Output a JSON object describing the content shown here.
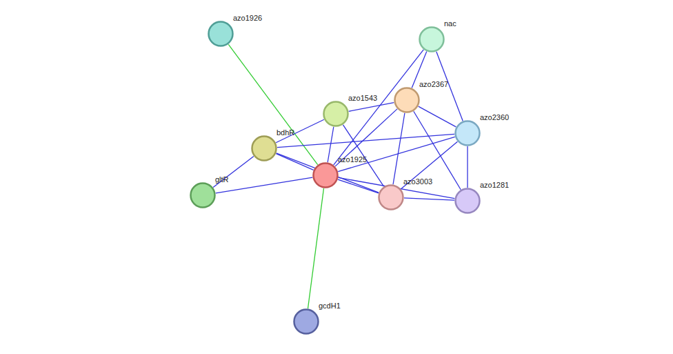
{
  "diagram": {
    "nodes": [
      {
        "text": [
          "azo1926"
        ]
      },
      {
        "text": [
          "nac"
        ]
      },
      {
        "text": [
          "azo2367"
        ]
      },
      {
        "text": [
          "azo1543"
        ]
      },
      {
        "text": [
          "azo2360"
        ]
      },
      {
        "text": [
          "bdhR"
        ]
      },
      {
        "text": [
          "azo1925"
        ]
      },
      {
        "text": [
          "gltR"
        ]
      },
      {
        "text": [
          "azo3003"
        ]
      },
      {
        "text": [
          "azo1281"
        ]
      },
      {
        "text": [
          "gcdH1"
        ]
      }
    ],
    "edges": [
      {
        "from": 0,
        "to": 6,
        "arrow": "none"
      },
      {
        "from": 6,
        "to": 10,
        "arrow": "none"
      },
      {
        "from": 1,
        "to": 2,
        "arrow": "none"
      },
      {
        "from": 1,
        "to": 4,
        "arrow": "none"
      },
      {
        "from": 1,
        "to": 6,
        "arrow": "none"
      },
      {
        "from": 2,
        "to": 3,
        "arrow": "none"
      },
      {
        "from": 2,
        "to": 4,
        "arrow": "none"
      },
      {
        "from": 2,
        "to": 6,
        "arrow": "none"
      },
      {
        "from": 2,
        "to": 8,
        "arrow": "none"
      },
      {
        "from": 2,
        "to": 9,
        "arrow": "none"
      },
      {
        "from": 3,
        "to": 5,
        "arrow": "none"
      },
      {
        "from": 3,
        "to": 6,
        "arrow": "none"
      },
      {
        "from": 3,
        "to": 8,
        "arrow": "none"
      },
      {
        "from": 4,
        "to": 5,
        "arrow": "none"
      },
      {
        "from": 4,
        "to": 6,
        "arrow": "none"
      },
      {
        "from": 4,
        "to": 8,
        "arrow": "none"
      },
      {
        "from": 4,
        "to": 9,
        "arrow": "none"
      },
      {
        "from": 5,
        "to": 6,
        "arrow": "none"
      },
      {
        "from": 5,
        "to": 7,
        "arrow": "none"
      },
      {
        "from": 5,
        "to": 8,
        "arrow": "none"
      },
      {
        "from": 6,
        "to": 7,
        "arrow": "none"
      },
      {
        "from": 6,
        "to": 8,
        "arrow": "none"
      },
      {
        "from": 6,
        "to": 9,
        "arrow": "none"
      },
      {
        "from": 8,
        "to": 9,
        "arrow": "none"
      }
    ]
  }
}
